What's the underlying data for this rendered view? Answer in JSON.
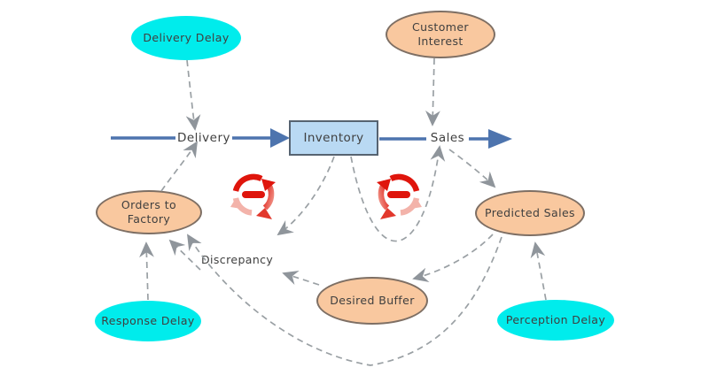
{
  "diagram": {
    "nodes": {
      "delivery_delay": {
        "label": "Delivery Delay",
        "kind": "delay"
      },
      "customer_interest": {
        "label": "Customer Interest",
        "kind": "variable"
      },
      "inventory": {
        "label": "Inventory",
        "kind": "stock"
      },
      "orders_to_factory": {
        "label": "Orders to Factory",
        "kind": "variable"
      },
      "predicted_sales": {
        "label": "Predicted Sales",
        "kind": "variable"
      },
      "desired_buffer": {
        "label": "Desired Buffer",
        "kind": "variable"
      },
      "response_delay": {
        "label": "Response Delay",
        "kind": "delay"
      },
      "perception_delay": {
        "label": "Perception Delay",
        "kind": "delay"
      },
      "discrepancy": {
        "label": "Discrepancy",
        "kind": "text"
      }
    },
    "flows": {
      "inflow_label": "Delivery",
      "outflow_label": "Sales"
    },
    "loop_markers": [
      {
        "name": "balancing-loop-left",
        "symbol": "−",
        "direction": "clockwise"
      },
      {
        "name": "balancing-loop-right",
        "symbol": "−",
        "direction": "counterclockwise"
      }
    ],
    "connections": [
      {
        "from": "Delivery Delay",
        "to": "Delivery"
      },
      {
        "from": "Orders to Factory",
        "to": "Delivery"
      },
      {
        "from": "Customer Interest",
        "to": "Sales"
      },
      {
        "from": "Inventory",
        "to": "Sales"
      },
      {
        "from": "Inventory",
        "to": "Discrepancy"
      },
      {
        "from": "Desired Buffer",
        "to": "Discrepancy"
      },
      {
        "from": "Discrepancy",
        "to": "Orders to Factory"
      },
      {
        "from": "Response Delay",
        "to": "Orders to Factory"
      },
      {
        "from": "Sales",
        "to": "Predicted Sales"
      },
      {
        "from": "Perception Delay",
        "to": "Predicted Sales"
      },
      {
        "from": "Predicted Sales",
        "to": "Desired Buffer"
      },
      {
        "from": "Predicted Sales",
        "to": "Orders to Factory"
      }
    ],
    "colors": {
      "delay_fill": "#00ecec",
      "variable_fill": "#f9c89f",
      "variable_border": "#7e6f64",
      "stock_fill": "#b9d9f3",
      "stock_border": "#566371",
      "flow_arrow": "#4d74ae",
      "connector": "#9aa0a4",
      "loop_red": "#df150c",
      "loop_pale": "#f3b3aa",
      "text": "#3f3f3f"
    }
  }
}
